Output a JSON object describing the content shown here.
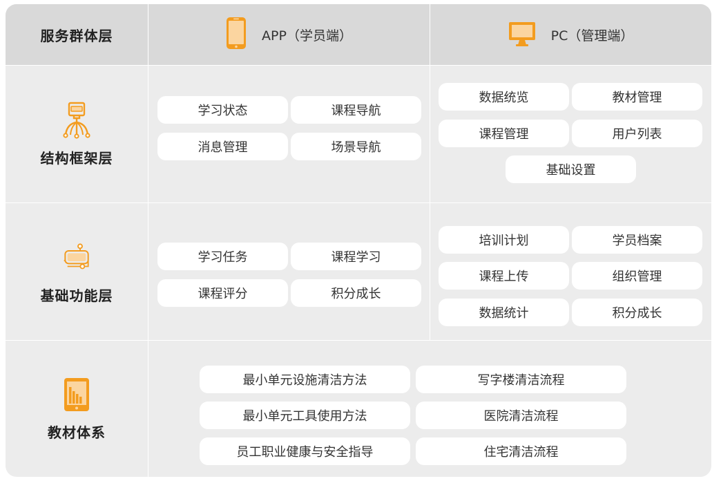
{
  "header": {
    "label": "服务群体层",
    "app_label": "APP（学员端）",
    "pc_label": "PC（管理端）",
    "app_icon": "phone-icon",
    "pc_icon": "monitor-icon"
  },
  "rows": [
    {
      "label": "结构框架层",
      "icon": "framework-icon",
      "app_items": [
        "学习状态",
        "课程导航",
        "消息管理",
        "场景导航"
      ],
      "pc_items": [
        "数据统览",
        "教材管理",
        "课程管理",
        "用户列表",
        "基础设置"
      ]
    },
    {
      "label": "基础功能层",
      "icon": "function-icon",
      "app_items": [
        "学习任务",
        "课程学习",
        "课程评分",
        "积分成长"
      ],
      "pc_items": [
        "培训计划",
        "学员档案",
        "课程上传",
        "组织管理",
        "数据统计",
        "积分成长"
      ]
    },
    {
      "label": "教材体系",
      "icon": "tablet-chart-icon",
      "items": [
        "最小单元设施清洁方法",
        "写字楼清洁流程",
        "最小单元工具使用方法",
        "医院清洁流程",
        "员工职业健康与安全指导",
        "住宅清洁流程"
      ]
    }
  ],
  "colors": {
    "accent": "#f39c1f",
    "frame": "#ececec",
    "header": "#d9d9d9",
    "pill": "#ffffff"
  }
}
